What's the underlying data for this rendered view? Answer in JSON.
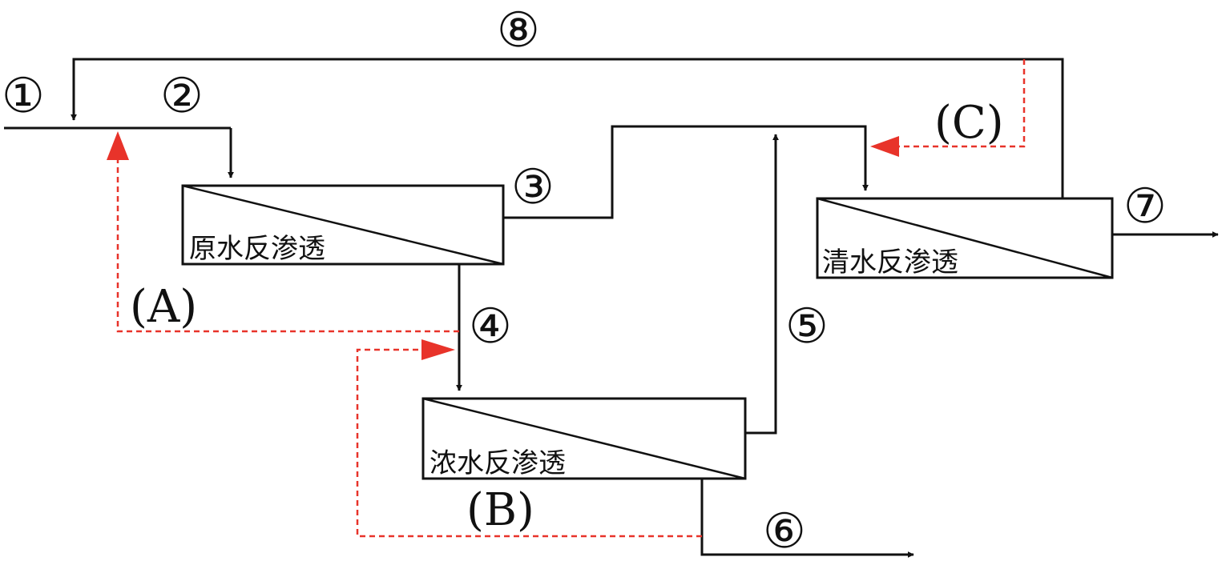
{
  "units": {
    "raw": "原水反渗透",
    "concentrate": "浓水反渗透",
    "clean": "清水反渗透"
  },
  "stream_labels": {
    "s1": "①",
    "s2": "②",
    "s3": "③",
    "s4": "④",
    "s5": "⑤",
    "s6": "⑥",
    "s7": "⑦",
    "s8": "⑧"
  },
  "recycle_labels": {
    "A": "(A)",
    "B": "(B)",
    "C": "(C)"
  },
  "colors": {
    "line": "#111111",
    "recycle": "#e8332a"
  }
}
